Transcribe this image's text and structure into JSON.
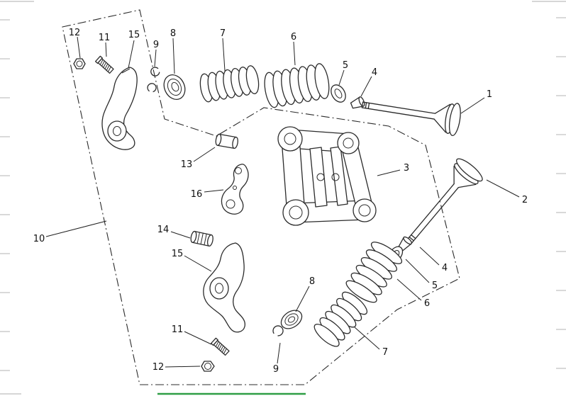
{
  "diagram": {
    "callouts": [
      {
        "label": "12"
      },
      {
        "label": "11"
      },
      {
        "label": "15"
      },
      {
        "label": "9"
      },
      {
        "label": "8"
      },
      {
        "label": "7"
      },
      {
        "label": "6"
      },
      {
        "label": "5"
      },
      {
        "label": "4"
      },
      {
        "label": "1"
      },
      {
        "label": "13"
      },
      {
        "label": "3"
      },
      {
        "label": "16"
      },
      {
        "label": "2"
      },
      {
        "label": "10"
      },
      {
        "label": "14"
      },
      {
        "label": "15"
      },
      {
        "label": "4"
      },
      {
        "label": "5"
      },
      {
        "label": "6"
      },
      {
        "label": "8"
      },
      {
        "label": "7"
      },
      {
        "label": "11"
      },
      {
        "label": "12"
      },
      {
        "label": "9"
      }
    ],
    "colors": {
      "line": "#2b2b2b",
      "label": "#111111",
      "grid": "#c9c9c9",
      "accent": "#2f9e44",
      "background": "#ffffff"
    }
  }
}
